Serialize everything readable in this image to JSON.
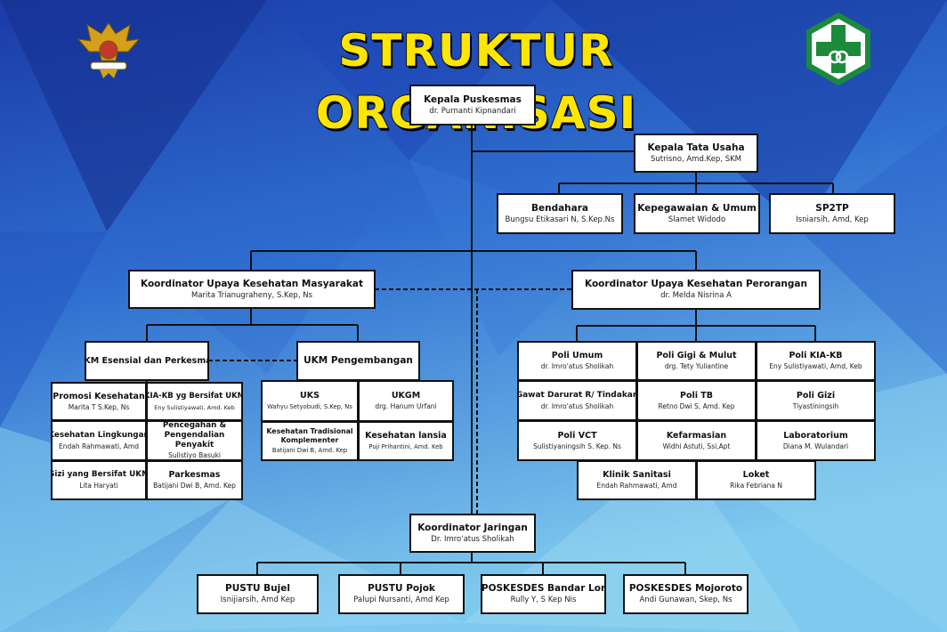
{
  "title": "STRUKTUR ORGANISASI",
  "colors": {
    "bg_dark": "#1a3fb0",
    "bg_light": "#7cc8ec",
    "title": "#ffe600",
    "green": "#1b8a3a",
    "gold": "#d4a017"
  },
  "nodes": {
    "kepala": {
      "title": "Kepala Puskesmas",
      "name": "dr. Purnanti Kipnandari"
    },
    "tata_usaha": {
      "title": "Kepala Tata Usaha",
      "name": "Sutrisno, Amd.Kep, SKM"
    },
    "bendahara": {
      "title": "Bendahara",
      "name": "Bungsu Etikasari N, S.Kep.Ns"
    },
    "kepegawaian": {
      "title": "Kepegawaian & Umum",
      "name": "Slamet Widodo"
    },
    "sp2tp": {
      "title": "SP2TP",
      "name": "Isniarsih, Amd, Kep"
    },
    "koord_ukm": {
      "title": "Koordinator Upaya Kesehatan Masyarakat",
      "name": "Marita Trianugraheny, S.Kep, Ns"
    },
    "koord_ukp": {
      "title": "Koordinator Upaya Kesehatan Perorangan",
      "name": "dr. Melda Nisrina A"
    },
    "ukm_esensial": {
      "title": "UKM Esensial dan Perkesmas"
    },
    "ukm_pengembangan": {
      "title": "UKM Pengembangan"
    },
    "promosi": {
      "title": "Promosi Kesehatan",
      "name": "Marita T S.Kep, Ns"
    },
    "kiakb_ukm": {
      "title": "KIA-KB yg Bersifat UKM",
      "name": "Eny Sulistiyawati, Amd. Keb"
    },
    "kesling": {
      "title": "Kesehatan Lingkungan",
      "name": "Endah Rahmawati, Amd"
    },
    "pencegahan": {
      "title": "Pencegahan & Pengendalian Penyakit",
      "name": "Sulistiyo Basuki"
    },
    "gizi_ukm": {
      "title": "Gizi yang Bersifat UKM",
      "name": "Lita Haryati"
    },
    "perkesmas": {
      "title": "Parkesmas",
      "name": "Batijani Dwi B, Amd. Kep"
    },
    "uks": {
      "title": "UKS",
      "name": "Wahyu Setyobudi, S.Kep, Ns"
    },
    "ukgm": {
      "title": "UKGM",
      "name": "drg. Hanum Urfani"
    },
    "kestrad": {
      "title": "Kesehatan Tradisional Komplementer",
      "name": "Batijani Dwi B, Amd. Kep"
    },
    "lansia": {
      "title": "Kesehatan lansia",
      "name": "Puji Prihantini, Amd. Keb"
    },
    "poli_umum": {
      "title": "Poli Umum",
      "name": "dr. Imro'atus Sholikah"
    },
    "poli_gigi": {
      "title": "Poli Gigi & Mulut",
      "name": "drg. Tety Yuliantine"
    },
    "poli_kiakb": {
      "title": "Poli KIA-KB",
      "name": "Eny Sulistiyawati, Amd, Keb"
    },
    "gawat": {
      "title": "Gawat Darurat R/ Tindakan",
      "name": "dr. Imro'atus Sholikah"
    },
    "poli_tb": {
      "title": "Poli TB",
      "name": "Retno Dwi S, Amd. Kep"
    },
    "poli_gizi": {
      "title": "Poli Gizi",
      "name": "Tiyastiningsih"
    },
    "poli_vct": {
      "title": "Poli VCT",
      "name": "Sulistiyaningsih S. Kep. Ns"
    },
    "kefarmasian": {
      "title": "Kefarmasian",
      "name": "Widhi Astuti, Ssi,Apt"
    },
    "lab": {
      "title": "Laboratorium",
      "name": "Diana M. Wulandari"
    },
    "klinik_sanitasi": {
      "title": "Klinik Sanitasi",
      "name": "Endah Rahmawati, Amd"
    },
    "loket": {
      "title": "Loket",
      "name": "Rika Febriana N"
    },
    "koord_jaringan": {
      "title": "Koordinator Jaringan",
      "name": "Dr. Imro'atus Sholikah"
    },
    "pustu_bujel": {
      "title": "PUSTU Bujel",
      "name": "Isnijiarsih, Amd Kep"
    },
    "pustu_pojok": {
      "title": "PUSTU Pojok",
      "name": "Palupi Nursanti, Amd Kep"
    },
    "poskesdes_bandar": {
      "title": "POSKESDES Bandar Lor",
      "name": "Rully Y, S Kep Nis"
    },
    "poskesdes_mojoroto": {
      "title": "POSKESDES Mojoroto",
      "name": "Andi Gunawan, Skep, Ns"
    }
  }
}
